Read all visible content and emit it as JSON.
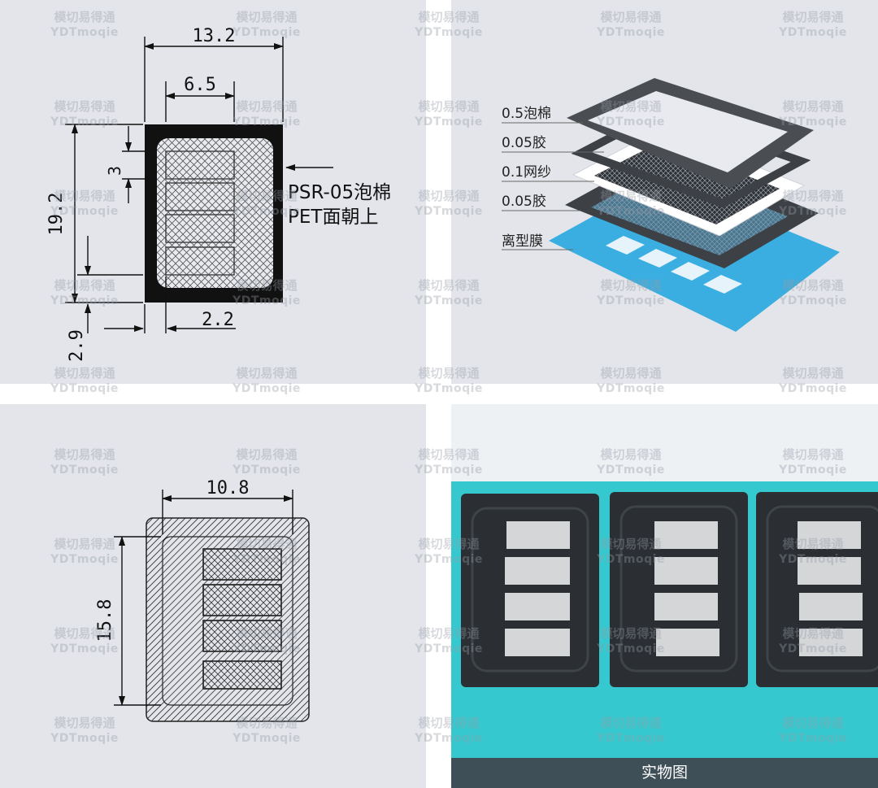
{
  "drawing_top": {
    "dim_width": "13.2",
    "dim_inner": "6.5",
    "dim_slot": "3",
    "dim_height": "19.2",
    "dim_bottom": "2.9",
    "dim_border": "2.2",
    "note_line1": "PSR-05泡棉",
    "note_line2": "PET面朝上"
  },
  "exploded": {
    "layers": [
      "0.5泡棉",
      "0.05胶",
      "0.1网纱",
      "0.05胶",
      "离型膜"
    ]
  },
  "drawing_bottom": {
    "dim_width": "10.8",
    "dim_height": "15.8"
  },
  "photo": {
    "caption": "实物图"
  },
  "watermark": {
    "line1": "模切易得通",
    "line2": "YDTmoqie"
  },
  "colors": {
    "panel_bg": "#e3e5eb",
    "release_film": "#3aaee0",
    "foam": "#3d4045",
    "caption_bar": "#3f4f58"
  }
}
